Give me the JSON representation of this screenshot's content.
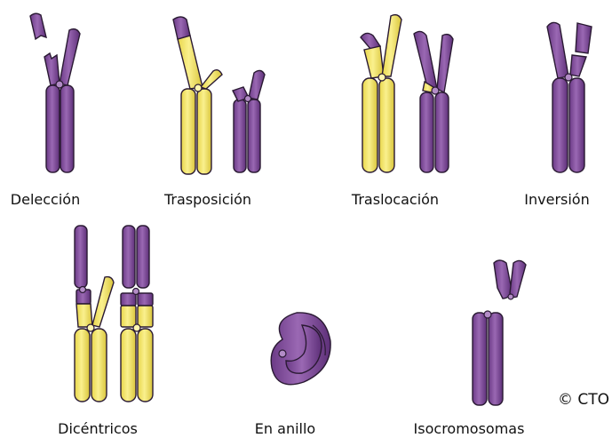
{
  "labels": {
    "delection": "Delección",
    "trasposicion": "Trasposición",
    "traslocacion": "Traslocación",
    "inversion": "Inversión",
    "dicentricos": "Dicéntricos",
    "en_anillo": "En anillo",
    "isocromosomas": "Isocromosomas"
  },
  "credit": "© CTO",
  "colors": {
    "purple": "#8e5aa6",
    "purple_dark": "#5a2f73",
    "yellow": "#f4e56e",
    "yellow_dark": "#c9b52c",
    "outline": "#2a1a33"
  }
}
